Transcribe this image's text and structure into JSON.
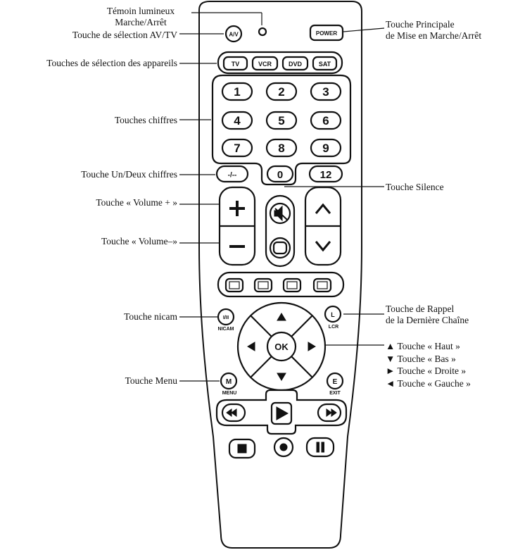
{
  "labels": {
    "temoin_line1": "Témoin lumineux",
    "temoin_line2": "Marche/Arrêt",
    "av_tv": "Touche de sélection AV/TV",
    "power_line1": "Touche Principale",
    "power_line2": "de Mise en Marche/Arrêt",
    "devices": "Touches de sélection des appareils",
    "digits": "Touches chiffres",
    "one_two_digit": "Touche Un/Deux chiffres",
    "mute": "Touche Silence",
    "vol_up": "Touche « Volume + »",
    "vol_down": "Touche « Volume–»",
    "nicam": "Touche nicam",
    "recall_line1": "Touche de Rappel",
    "recall_line2": "de la Dernière Chaîne",
    "dir_up": "▲ Touche « Haut »",
    "dir_down": "▼ Touche « Bas »",
    "dir_right": "► Touche « Droite »",
    "dir_left": "◄ Touche « Gauche »",
    "menu": "Touche Menu"
  },
  "remote": {
    "av": "A/V",
    "power": "POWER",
    "devices": [
      "TV",
      "VCR",
      "DVD",
      "SAT"
    ],
    "digits": [
      "1",
      "2",
      "3",
      "4",
      "5",
      "6",
      "7",
      "8",
      "9"
    ],
    "one_two": "-/--",
    "zero": "0",
    "twelve": "12",
    "ok": "OK",
    "nicam_btn": "I/II",
    "nicam_cap": "NICAM",
    "recall_btn": "L",
    "recall_cap": "LCR",
    "menu_btn": "M",
    "menu_cap": "MENU",
    "exit_btn": "E",
    "exit_cap": "EXIT"
  }
}
